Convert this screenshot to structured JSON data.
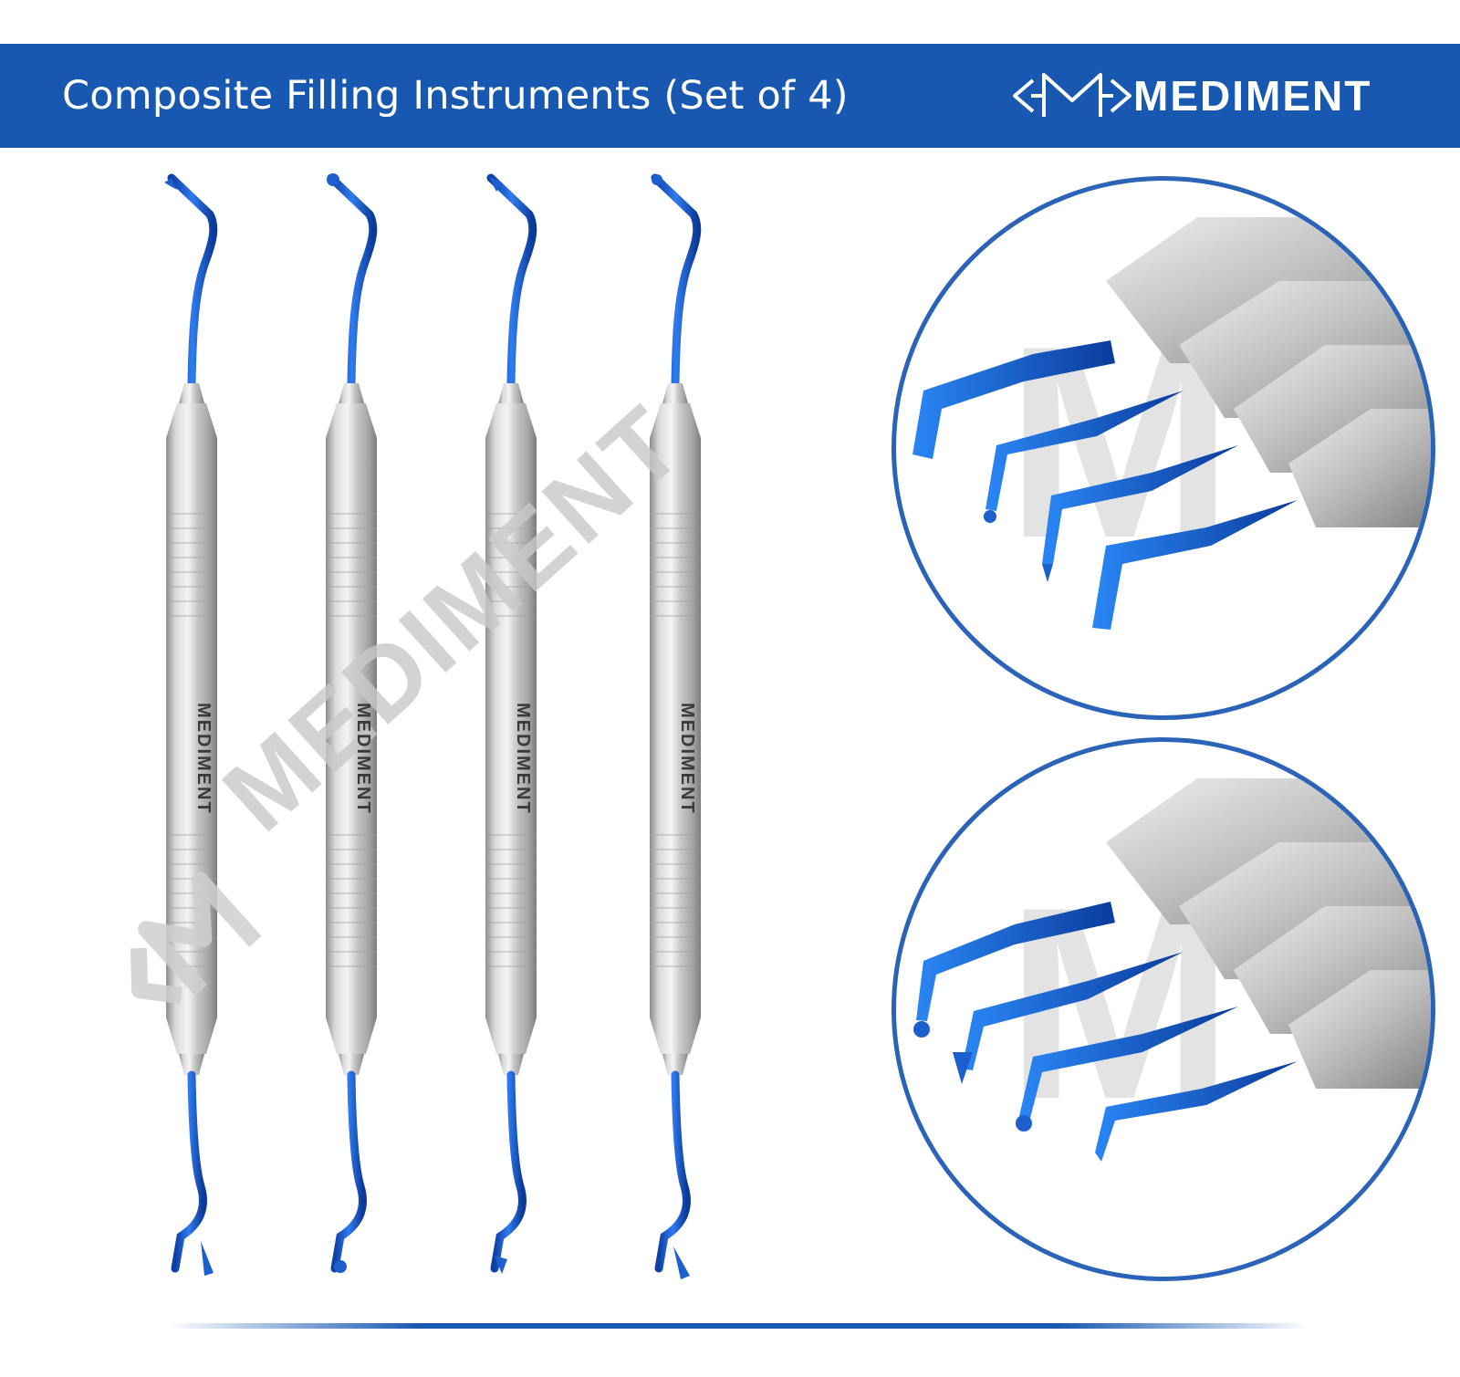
{
  "banner": {
    "title": "Composite Filling Instruments (Set of 4)",
    "brand": "MEDIMENT",
    "background": "#1858b0",
    "text_color": "#ffffff"
  },
  "instruments": [
    {
      "tip": "flat-angled",
      "handle_mark": "MEDIMENT"
    },
    {
      "tip": "ball",
      "handle_mark": "MEDIMENT"
    },
    {
      "tip": "cone",
      "handle_mark": "MEDIMENT"
    },
    {
      "tip": "ball-spatula",
      "handle_mark": "MEDIMENT"
    }
  ],
  "watermark": "MEDIMENT",
  "accent_color": "#1e5fd0",
  "steel_color": "#c8c8c8"
}
